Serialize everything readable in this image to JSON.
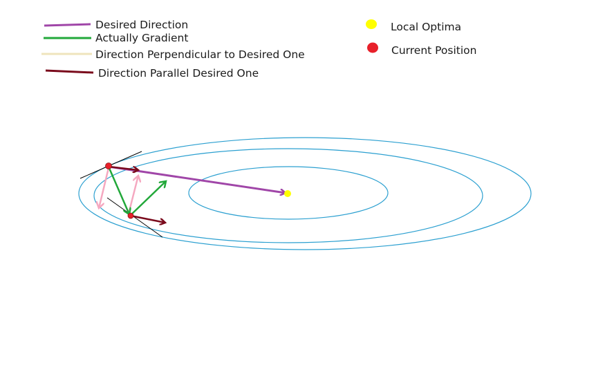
{
  "legend": {
    "desired_direction": "Desired Direction",
    "actually_gradient": "Actually Gradient",
    "perpendicular": "Direction Perpendicular to Desired One",
    "parallel": "Direction Parallel Desired One",
    "local_optima": "Local Optima",
    "current_position": "Current Position"
  },
  "colors": {
    "desired": "#a046a8",
    "gradient": "#22a83a",
    "perpendicular": "#efe4bc",
    "parallel": "#7a0a1c",
    "local_optima": "#ffff00",
    "current_position": "#e8202a",
    "contour": "#2a9fd0",
    "pink_component": "#f5a8c0",
    "tangent": "#000000"
  }
}
